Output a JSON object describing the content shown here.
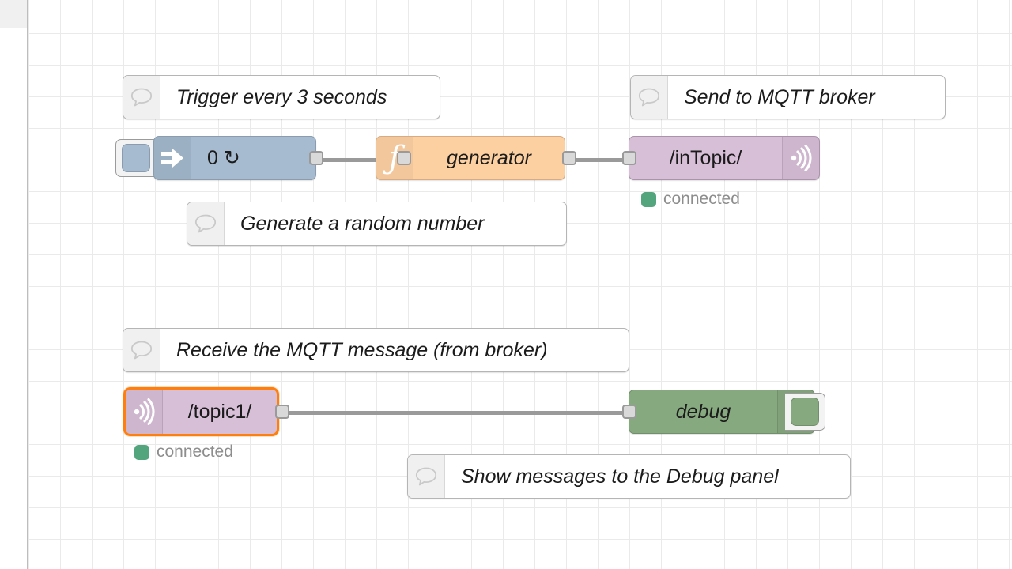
{
  "app": {
    "name": "node-red-flow-editor",
    "canvas_background": "#ffffff",
    "grid_color": "#eaeaea",
    "grid_size": 40
  },
  "palette": {
    "inject_color": "#a6bbcf",
    "function_color": "#fdd0a2",
    "mqtt_color": "#d8bfd8",
    "debug_color": "#87a980",
    "comment_color": "#ffffff",
    "selection_color": "#ff7f0e",
    "status_connected_color": "#53a57d",
    "wire_color": "#9a9a9a",
    "port_color": "#d9d9d9"
  },
  "comments": [
    {
      "id": "comment-trigger",
      "text": "Trigger every 3 seconds",
      "icon": "comment-bubble-icon"
    },
    {
      "id": "comment-mqtt-out",
      "text": "Send to MQTT broker",
      "icon": "comment-bubble-icon"
    },
    {
      "id": "comment-generator",
      "text": "Generate a random number",
      "icon": "comment-bubble-icon"
    },
    {
      "id": "comment-mqtt-in",
      "text": "Receive the MQTT message (from broker)",
      "icon": "comment-bubble-icon"
    },
    {
      "id": "comment-debug",
      "text": "Show messages to the Debug panel",
      "icon": "comment-bubble-icon"
    }
  ],
  "nodes": {
    "inject": {
      "label": "0 ↻",
      "type": "inject",
      "icon": "inject-arrow-icon",
      "button_name": "inject-trigger-button",
      "selected": false
    },
    "function": {
      "label": "generator",
      "type": "function",
      "icon": "function-f-icon",
      "selected": false
    },
    "mqtt_out": {
      "label": "/inTopic/",
      "type": "mqtt-out",
      "icon": "mqtt-broadcast-icon",
      "status": "connected",
      "selected": false
    },
    "mqtt_in": {
      "label": "/topic1/",
      "type": "mqtt-in",
      "icon": "mqtt-broadcast-icon",
      "status": "connected",
      "selected": true
    },
    "debug": {
      "label": "debug",
      "type": "debug",
      "icon": "debug-lines-icon",
      "button_name": "debug-enable-toggle",
      "selected": false
    }
  }
}
